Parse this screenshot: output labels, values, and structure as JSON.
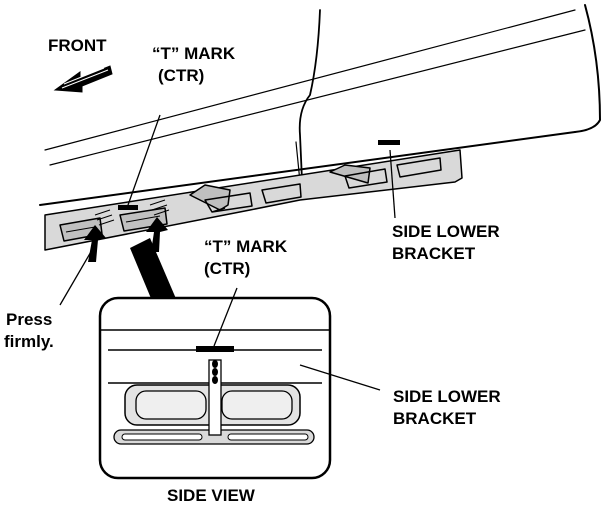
{
  "labels": {
    "front": "FRONT",
    "t_mark_top_1": "“T” MARK",
    "t_mark_top_2": "(CTR)",
    "t_mark_side_1": "“T” MARK",
    "t_mark_side_2": "(CTR)",
    "side_lower_bracket_top_1": "SIDE LOWER",
    "side_lower_bracket_top_2": "BRACKET",
    "press_firmly_1": "Press",
    "press_firmly_2": "firmly.",
    "side_lower_bracket_side_1": "SIDE LOWER",
    "side_lower_bracket_side_2": "BRACKET",
    "side_view": "SIDE VIEW"
  }
}
